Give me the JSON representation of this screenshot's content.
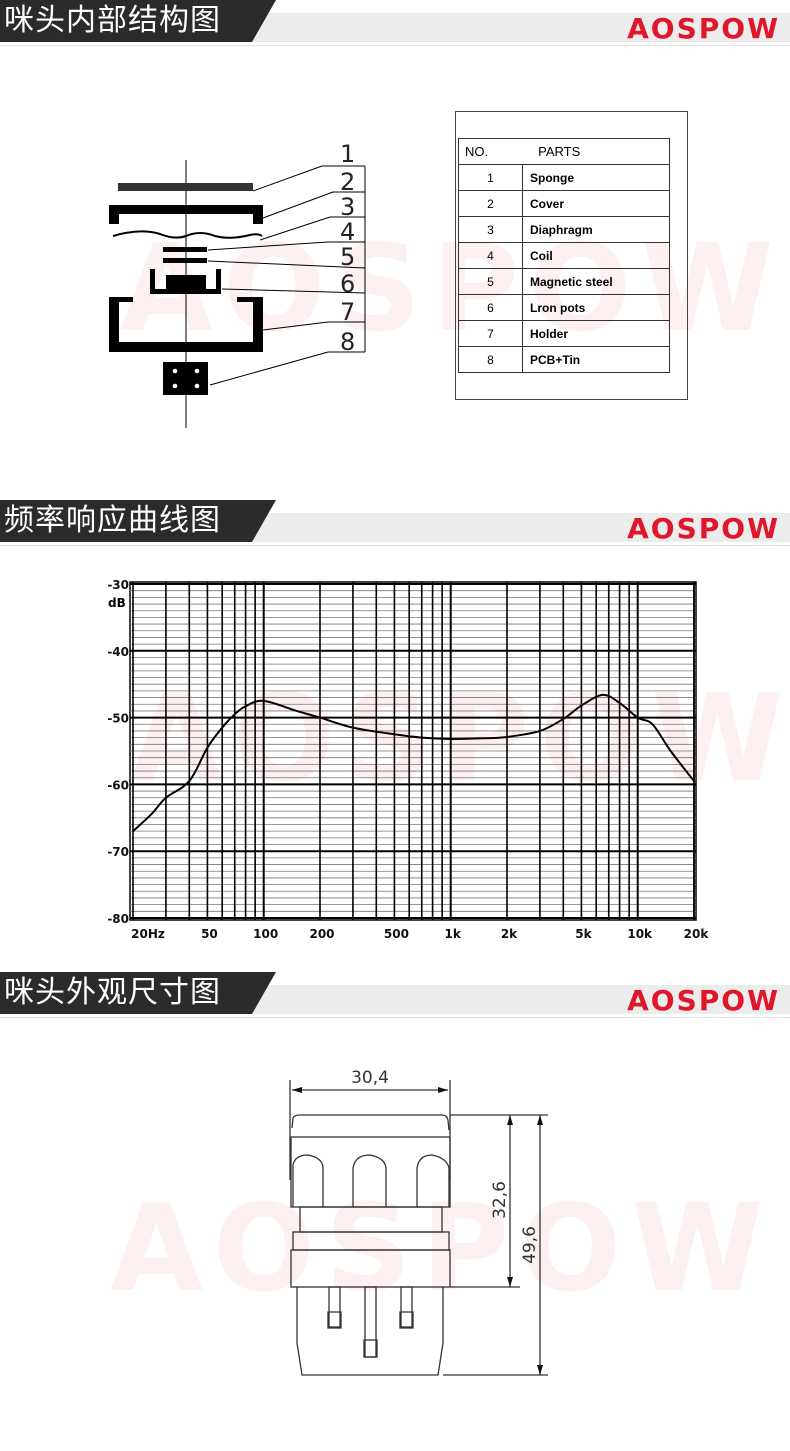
{
  "brand": {
    "logo": "AOSPOW",
    "color": "#e0162b"
  },
  "sections": [
    {
      "title": "咪头内部结构图"
    },
    {
      "title": "频率响应曲线图"
    },
    {
      "title": "咪头外观尺寸图"
    }
  ],
  "structure": {
    "callouts": [
      "1",
      "2",
      "3",
      "4",
      "5",
      "6",
      "7",
      "8"
    ],
    "table": {
      "headers": [
        "NO.",
        "PARTS"
      ],
      "rows": [
        {
          "no": "1",
          "part": "Sponge"
        },
        {
          "no": "2",
          "part": "Cover"
        },
        {
          "no": "3",
          "part": "Diaphragm"
        },
        {
          "no": "4",
          "part": "Coil"
        },
        {
          "no": "5",
          "part": "Magnetic steel"
        },
        {
          "no": "6",
          "part": "Lron pots"
        },
        {
          "no": "7",
          "part": "Holder"
        },
        {
          "no": "8",
          "part": "PCB+Tin"
        }
      ]
    }
  },
  "chart_data": {
    "type": "line",
    "title": "",
    "xlabel": "",
    "ylabel": "dB",
    "x_scale": "log",
    "xlim": [
      20,
      20000
    ],
    "ylim": [
      -80,
      -30
    ],
    "grid": true,
    "x_tick_labels": [
      "20Hz",
      "50",
      "100",
      "200",
      "500",
      "1k",
      "2k",
      "5k",
      "10k",
      "20k"
    ],
    "x_ticks": [
      20,
      50,
      100,
      200,
      500,
      1000,
      2000,
      5000,
      10000,
      20000
    ],
    "y_tick_labels": [
      "-30",
      "-40",
      "-50",
      "-60",
      "-70",
      "-80"
    ],
    "y_ticks": [
      -30,
      -40,
      -50,
      -60,
      -70,
      -80
    ],
    "series": [
      {
        "x": [
          20,
          25,
          30,
          40,
          50,
          60,
          70,
          80,
          100,
          150,
          200,
          300,
          500,
          700,
          1000,
          1500,
          2000,
          3000,
          4000,
          5000,
          6500,
          8000,
          10000,
          12000,
          15000,
          20000
        ],
        "y": [
          -67,
          -64.5,
          -62,
          -59.5,
          -54.5,
          -51.5,
          -49.5,
          -48.3,
          -47.5,
          -49,
          -50,
          -51.5,
          -52.5,
          -53,
          -53.2,
          -53.1,
          -52.9,
          -52,
          -50.2,
          -48.2,
          -46.6,
          -47.8,
          -50,
          -51,
          -55,
          -59.5
        ]
      }
    ]
  },
  "dimensions": {
    "width": "30,4",
    "body_height": "32,6",
    "total_height": "49,6"
  }
}
